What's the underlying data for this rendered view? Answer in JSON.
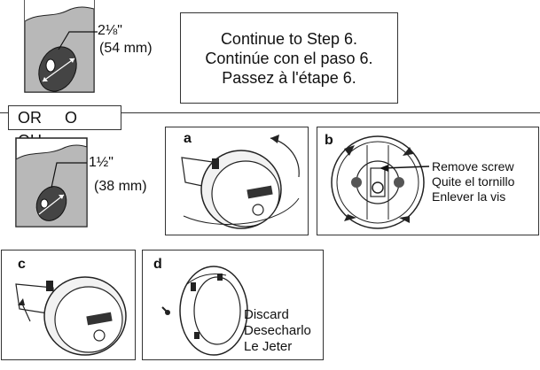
{
  "measurement_1": {
    "fraction": "2⅛\"",
    "metric": "(54 mm)"
  },
  "continue_box": {
    "line_en": "Continue to Step 6.",
    "line_es": "Continúe con el paso 6.",
    "line_fr": "Passez à l'étape 6."
  },
  "or_divider": {
    "en": "OR",
    "es": "O",
    "fr": "OU"
  },
  "measurement_2": {
    "fraction": "1½\"",
    "metric": "(38 mm)"
  },
  "panel_a": {
    "letter": "a"
  },
  "panel_b": {
    "letter": "b",
    "line_en": "Remove screw",
    "line_es": "Quite el tornillo",
    "line_fr": "Enlever la vis"
  },
  "panel_c": {
    "letter": "c"
  },
  "panel_d": {
    "letter": "d",
    "line_en": "Discard",
    "line_es": "Desecharlo",
    "line_fr": "Le Jeter"
  }
}
